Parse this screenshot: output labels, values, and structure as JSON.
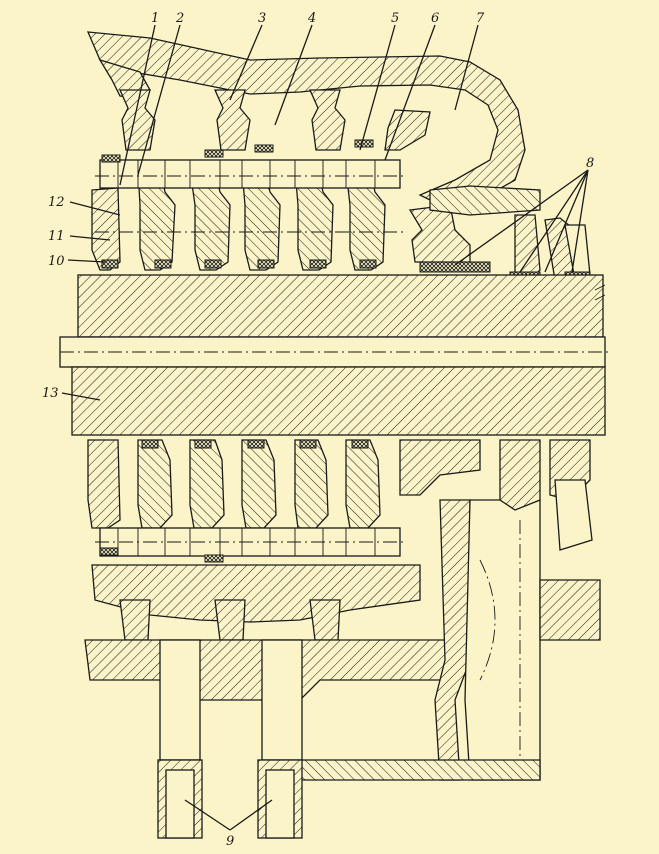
{
  "figure": {
    "callouts": [
      {
        "id": "c1",
        "text": "1"
      },
      {
        "id": "c2",
        "text": "2"
      },
      {
        "id": "c3",
        "text": "3"
      },
      {
        "id": "c4",
        "text": "4"
      },
      {
        "id": "c5",
        "text": "5"
      },
      {
        "id": "c6",
        "text": "6"
      },
      {
        "id": "c7",
        "text": "7"
      },
      {
        "id": "c8",
        "text": "8"
      },
      {
        "id": "c9",
        "text": "9"
      },
      {
        "id": "c10",
        "text": "10"
      },
      {
        "id": "c11",
        "text": "11"
      },
      {
        "id": "c12",
        "text": "12"
      },
      {
        "id": "c13",
        "text": "13"
      }
    ],
    "colors": {
      "background": "#fbf4c8",
      "ink": "#1a1a1a"
    }
  }
}
